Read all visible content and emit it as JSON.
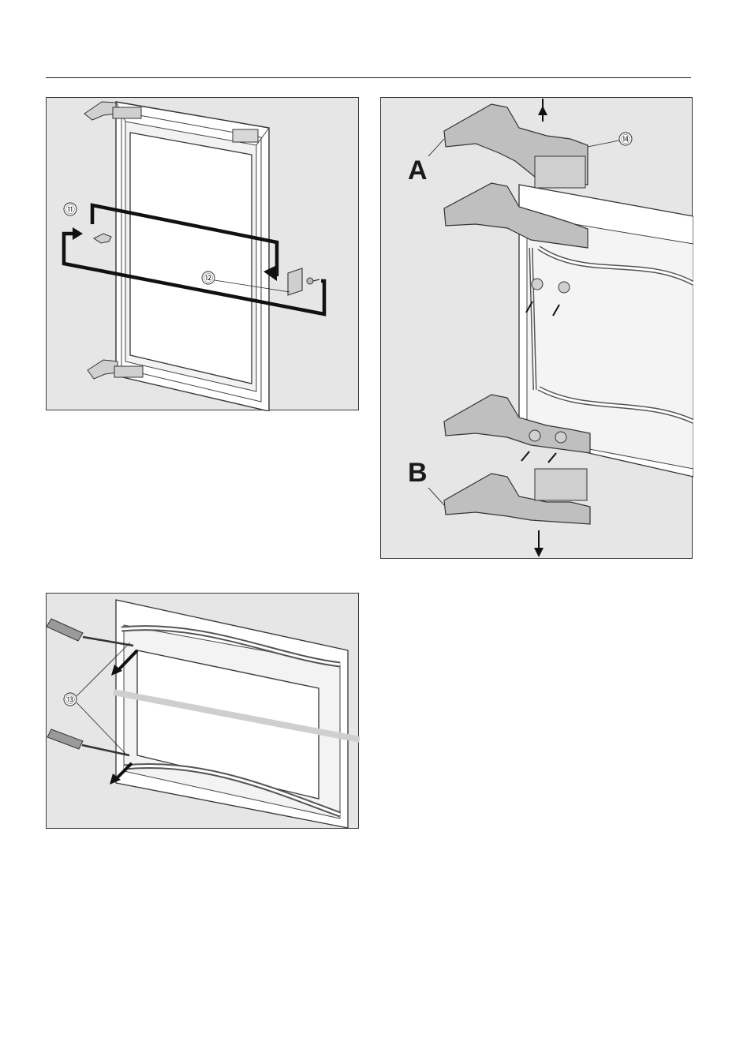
{
  "figure_1": {
    "callouts": [
      "⑪",
      "⑫"
    ]
  },
  "figure_2": {
    "labels": [
      "A",
      "B"
    ],
    "callouts": [
      "⑭"
    ]
  },
  "figure_3": {
    "callouts": [
      "⑬"
    ]
  }
}
